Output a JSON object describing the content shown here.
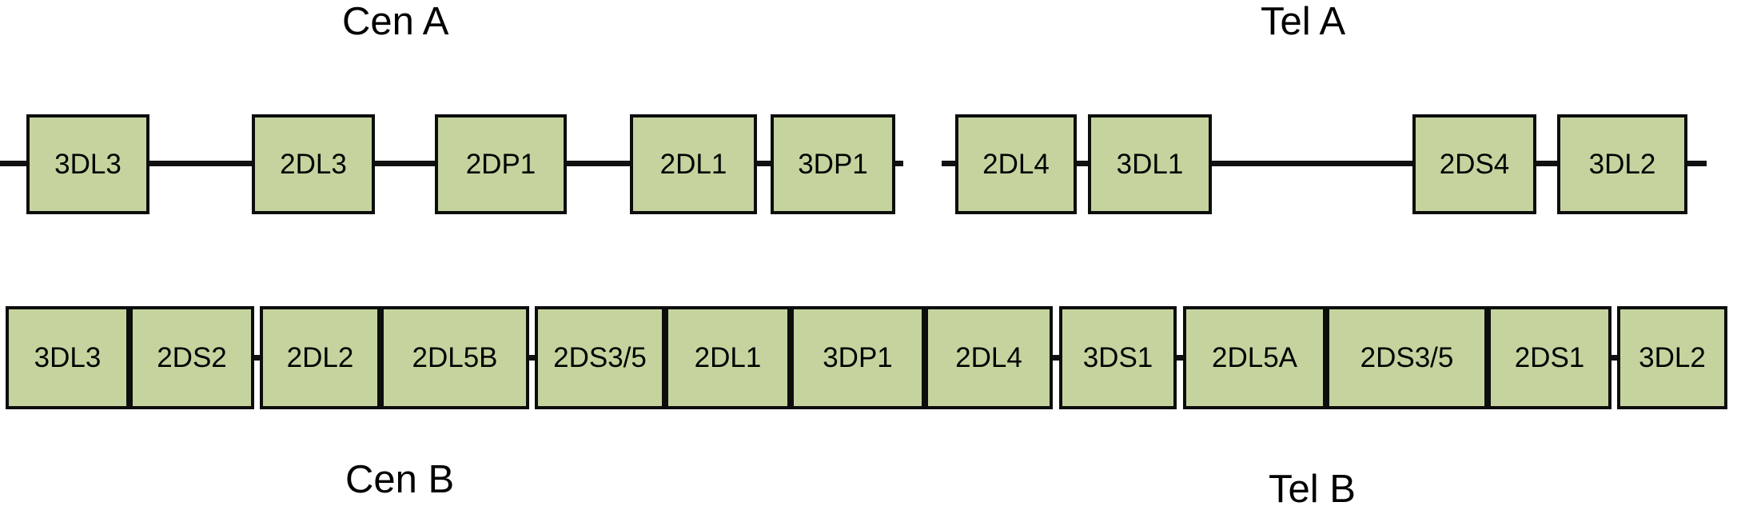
{
  "labels": {
    "cen_a": "Cen A",
    "tel_a": "Tel A",
    "cen_b": "Cen B",
    "tel_b": "Tel B"
  },
  "haplotype_a": {
    "genes": [
      "3DL3",
      "2DL3",
      "2DP1",
      "2DL1",
      "3DP1",
      "2DL4",
      "3DL1",
      "2DS4",
      "3DL2"
    ]
  },
  "haplotype_b": {
    "genes": [
      "3DL3",
      "2DS2",
      "2DL2",
      "2DL5B",
      "2DS3/5",
      "2DL1",
      "3DP1",
      "2DL4",
      "3DS1",
      "2DL5A",
      "2DS3/5",
      "2DS1",
      "3DL2"
    ]
  },
  "colors": {
    "background": "#ffffff",
    "box_fill": "#c5d49e",
    "box_border": "#0d0d0d",
    "line": "#111111",
    "text": "#000000"
  }
}
